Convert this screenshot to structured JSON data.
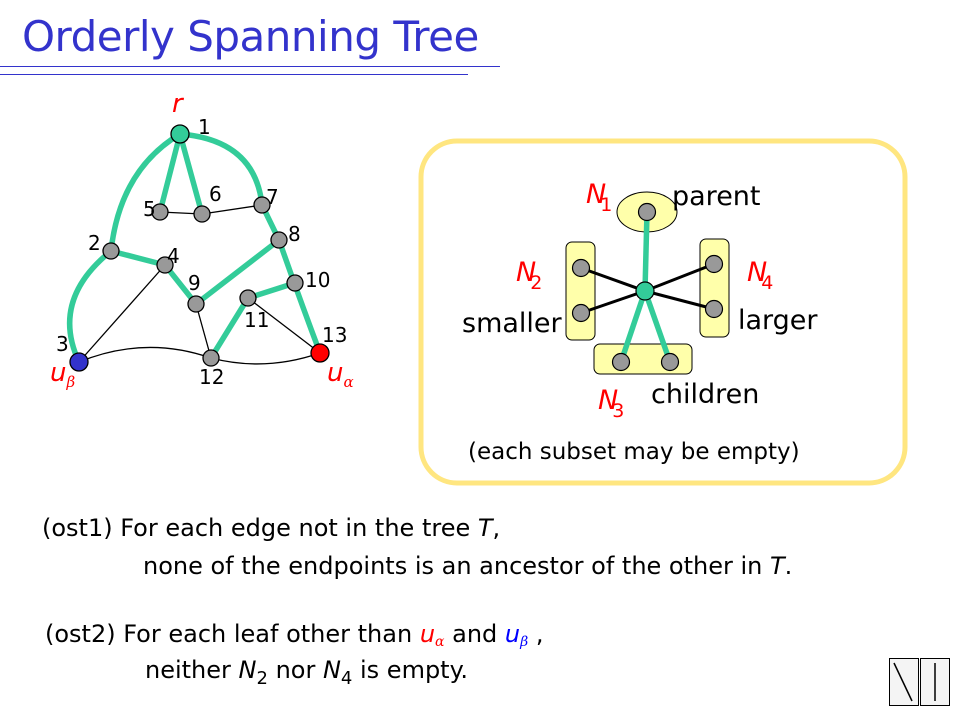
{
  "slide": {
    "title": "Orderly Spanning Tree"
  },
  "graph": {
    "root_label": "r",
    "u_alpha_label": "u",
    "u_alpha_sub": "α",
    "u_beta_label": "u",
    "u_beta_sub": "β",
    "vertex_labels": [
      "1",
      "2",
      "3",
      "4",
      "5",
      "6",
      "7",
      "8",
      "9",
      "10",
      "11",
      "12",
      "13"
    ],
    "colors": {
      "tree_edge": "#33cc99",
      "non_tree_edge": "#000000",
      "vertex": "#999999",
      "root": "#33cc99",
      "u_alpha": "#ff0000",
      "u_beta": "#3333cc",
      "label_accent": "#ff0000"
    }
  },
  "panel": {
    "n1": {
      "letter": "N",
      "sub": "1"
    },
    "n2": {
      "letter": "N",
      "sub": "2"
    },
    "n3": {
      "letter": "N",
      "sub": "3"
    },
    "n4": {
      "letter": "N",
      "sub": "4"
    },
    "parent": "parent",
    "smaller": "smaller",
    "larger": "larger",
    "children": "children",
    "note": "(each subset may be empty)",
    "colors": {
      "box_border": "#ffe680",
      "subset_fill": "#ffffaa"
    }
  },
  "ost1": {
    "prefix": "(ost1) For each edge not in the tree ",
    "tree_symbol": "T",
    "suffix": ",",
    "line2_main": "none of the endpoints is an ancestor of the other in ",
    "line2_symbol": "T",
    "line2_end": "."
  },
  "ost2": {
    "prefix": "(ost2) For each leaf other than ",
    "u_alpha": "u",
    "u_alpha_sub": "α",
    "and": " and ",
    "u_beta": "u",
    "u_beta_sub": "β",
    "suffix": " ,",
    "line2_a": "neither ",
    "n2": "N",
    "n2_sub": "2",
    "line2_b": " nor ",
    "n4": "N",
    "n4_sub": "4",
    "line2_c": " is empty."
  }
}
